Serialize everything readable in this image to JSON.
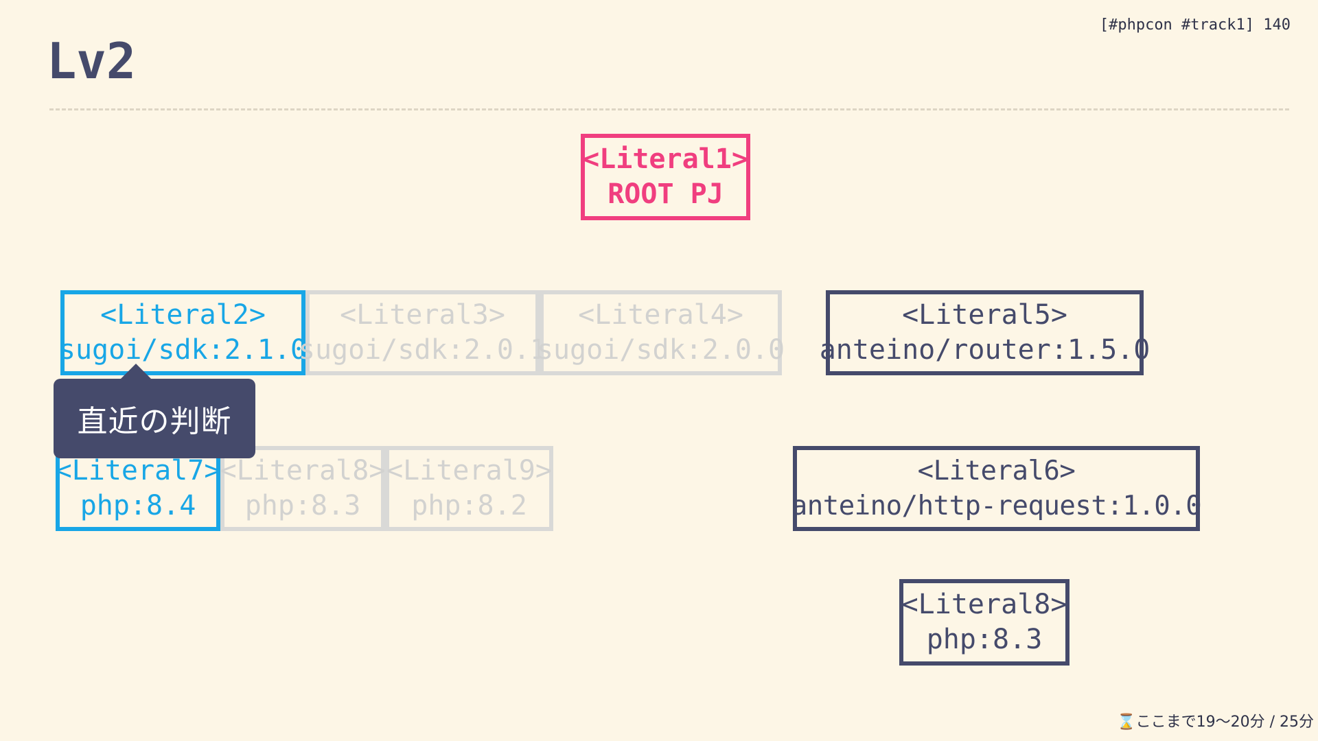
{
  "slide": {
    "title": "Lv2",
    "meta": "[#phpcon #track1] 140",
    "tooltip": "直近の判断",
    "timer": "⌛ここまで19〜20分 / 25分"
  },
  "nodes": {
    "literal1": {
      "tag": "<Literal1>",
      "value": "ROOT PJ"
    },
    "literal2": {
      "tag": "<Literal2>",
      "value": "sugoi/sdk:2.1.0"
    },
    "literal3": {
      "tag": "<Literal3>",
      "value": "sugoi/sdk:2.0.1"
    },
    "literal4": {
      "tag": "<Literal4>",
      "value": "sugoi/sdk:2.0.0"
    },
    "literal5": {
      "tag": "<Literal5>",
      "value": "anteino/router:1.5.0"
    },
    "literal6": {
      "tag": "<Literal6>",
      "value": "anteino/http-request:1.0.0"
    },
    "literal7": {
      "tag": "<Literal7>",
      "value": "php:8.4"
    },
    "literal8_candidate": {
      "tag": "<Literal8>",
      "value": "php:8.3"
    },
    "literal9": {
      "tag": "<Literal9>",
      "value": "php:8.2"
    },
    "literal8_router": {
      "tag": "<Literal8>",
      "value": "php:8.3"
    }
  },
  "colors": {
    "background": "#fdf6e6",
    "title": "#454a6b",
    "root": "#f03e7f",
    "selected": "#18a6e6",
    "candidate_dim": "#d9d9d7",
    "resolved": "#454a6b",
    "tooltip_bg": "#454a6b"
  }
}
